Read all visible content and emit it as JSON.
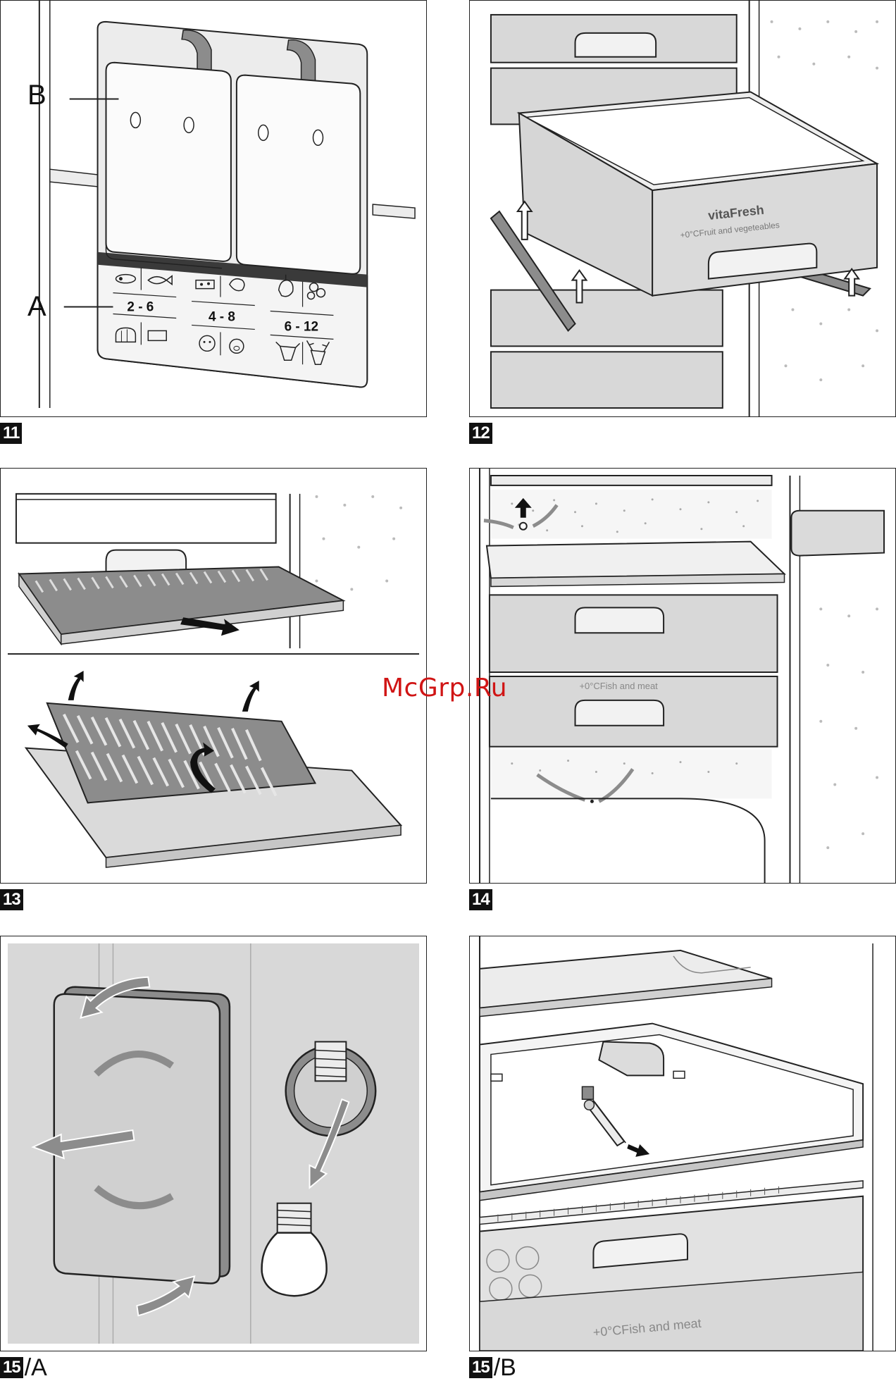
{
  "watermark": "McGrp.Ru",
  "colors": {
    "line": "#222222",
    "panel_grey": "#d8d8d8",
    "dark_grey": "#8c8c8c",
    "light_grey": "#ececec",
    "watermark": "#d01515"
  },
  "figures": [
    {
      "number": "11",
      "suffix": "",
      "callouts": [
        "B",
        "A"
      ],
      "ranges": [
        "2 - 6",
        "4 - 8",
        "6 - 12"
      ],
      "icons": [
        "sausage-icon",
        "fish-icon",
        "cheese-icon",
        "poultry-icon",
        "vegetable-icon",
        "fruit-icon",
        "bread-icon",
        "butter-icon",
        "sheep-icon",
        "pig-icon",
        "cow-icon",
        "deer-icon"
      ]
    },
    {
      "number": "12",
      "suffix": "",
      "drawer_brand": "vitaFresh",
      "drawer_caption": "+0°CFruit and vegeteables"
    },
    {
      "number": "13",
      "suffix": ""
    },
    {
      "number": "14",
      "suffix": "",
      "drawer_caption": "+0°CFish and meat"
    },
    {
      "number": "15",
      "suffix": "/A"
    },
    {
      "number": "15",
      "suffix": "/B",
      "drawer_caption": "+0°CFish and meat"
    }
  ]
}
